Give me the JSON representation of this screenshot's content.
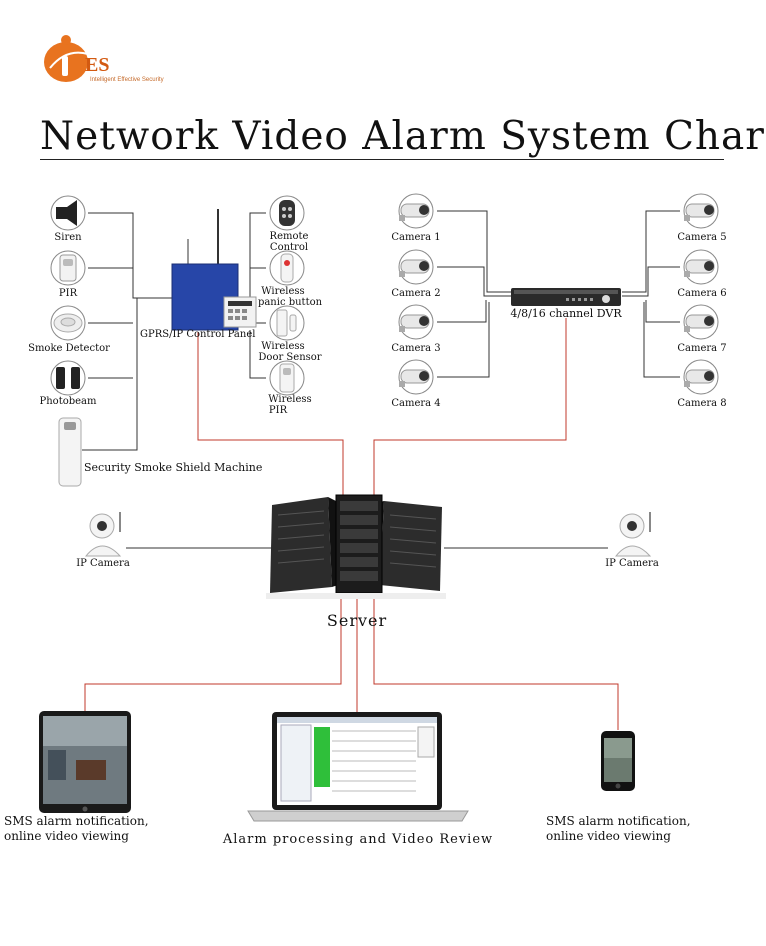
{
  "logo": {
    "text": "ES",
    "tagline": "Intelligent Effective Security"
  },
  "title": "Network Video Alarm System Charts",
  "colors": {
    "wire_black": "#333333",
    "wire_red": "#c0392b",
    "panel_blue": "#2746a8",
    "logo_orange": "#e8731f"
  },
  "alarm_devices": {
    "siren": "Siren",
    "pir": "PIR",
    "smoke_detector": "Smoke Detector",
    "photobeam": "Photobeam",
    "remote_control": [
      "Remote",
      "Control"
    ],
    "wireless_panic": [
      "Wireless",
      "panic button"
    ],
    "wireless_door": [
      "Wireless",
      "Door Sensor"
    ],
    "wireless_pir": [
      "Wireless",
      "PIR"
    ],
    "control_panel": "GPRS/IP Control Panel",
    "smoke_shield": "Security Smoke Shield Machine"
  },
  "cameras": {
    "left": [
      "Camera 1",
      "Camera 2",
      "Camera 3",
      "Camera 4"
    ],
    "right": [
      "Camera 5",
      "Camera 6",
      "Camera 7",
      "Camera 8"
    ],
    "dvr": "4/8/16 channel DVR"
  },
  "ip_cameras": {
    "left": "IP Camera",
    "right": "IP Camera"
  },
  "server": "Server",
  "clients": {
    "tablet": [
      "SMS alarm notification,",
      "online video viewing"
    ],
    "laptop": "Alarm processing and Video Review",
    "phone": [
      "SMS alarm notification,",
      "online video viewing"
    ]
  }
}
